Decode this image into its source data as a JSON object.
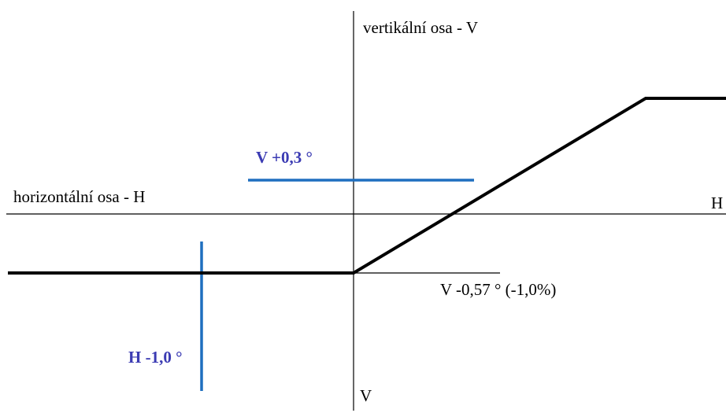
{
  "labels": {
    "vertical_axis": "vertikální osa  - V",
    "horizontal_axis": "horizontální osa - H",
    "h_axis_end": "H",
    "v_axis_end": "V",
    "v_minus": "V -0,57 ° (-1,0%)",
    "v_plus": "V +0,3 °",
    "h_minus": "H -1,0 °"
  },
  "colors": {
    "blue_line": "#1f6fbf",
    "blue_text": "#3b3bb3",
    "black": "#000000"
  }
}
